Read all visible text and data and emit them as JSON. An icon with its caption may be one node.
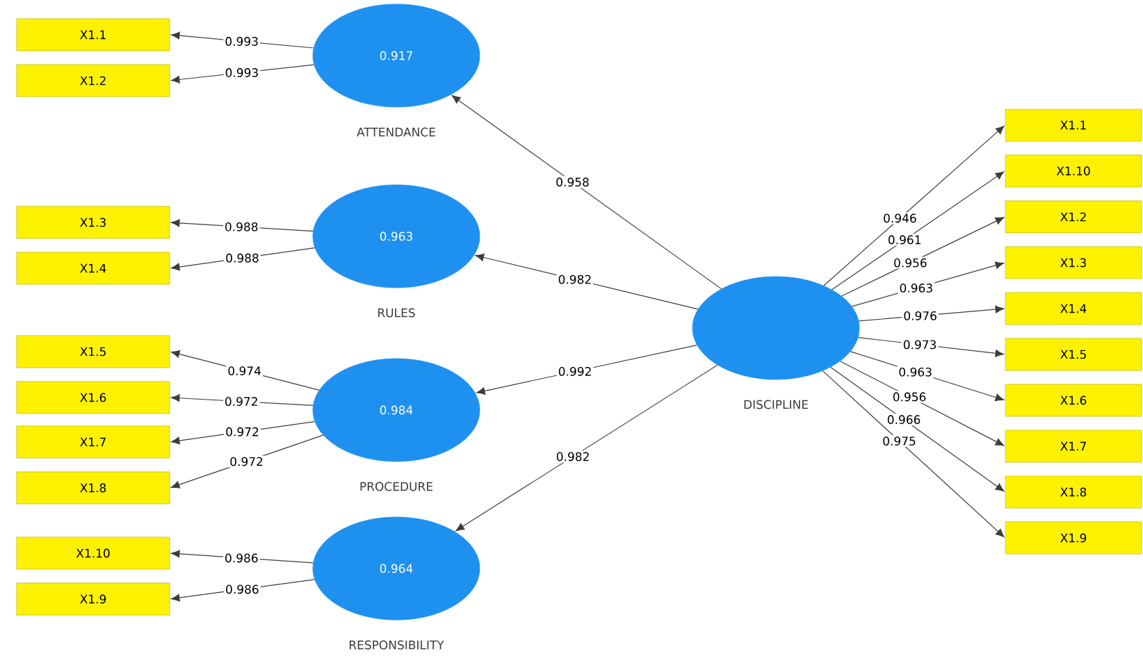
{
  "diagram": {
    "nodes": [
      {
        "text": [
          "X1.1"
        ]
      },
      {
        "text": [
          "X1.2"
        ]
      },
      {
        "text": [
          "0.917"
        ],
        "beside": [
          "ATTENDANCE"
        ]
      },
      {
        "text": [
          "X1.3"
        ]
      },
      {
        "text": [
          "X1.4"
        ]
      },
      {
        "text": [
          "0.963"
        ],
        "beside": [
          "RULES"
        ]
      },
      {
        "text": [
          "X1.5"
        ]
      },
      {
        "text": [
          "X1.6"
        ]
      },
      {
        "text": [
          "X1.7"
        ]
      },
      {
        "text": [
          "X1.8"
        ]
      },
      {
        "text": [
          "0.984"
        ],
        "beside": [
          "PROCEDURE"
        ]
      },
      {
        "text": [
          "X1.10"
        ]
      },
      {
        "text": [
          "X1.9"
        ]
      },
      {
        "text": [
          "0.964"
        ],
        "beside": [
          "RESPONSIBILITY"
        ]
      },
      {
        "text": [],
        "shape": "circle",
        "beside": [
          "DISCIPLINE"
        ]
      },
      {
        "text": [
          "X1.1"
        ]
      },
      {
        "text": [
          "X1.10"
        ]
      },
      {
        "text": [
          "X1.2"
        ]
      },
      {
        "text": [
          "X1.3"
        ]
      },
      {
        "text": [
          "X1.4"
        ]
      },
      {
        "text": [
          "X1.5"
        ]
      },
      {
        "text": [
          "X1.6"
        ]
      },
      {
        "text": [
          "X1.7"
        ]
      },
      {
        "text": [
          "X1.8"
        ]
      },
      {
        "text": [
          "X1.9"
        ]
      }
    ],
    "edges": [
      {
        "from": 2,
        "to": 0,
        "arrow": "to",
        "label": "0.993"
      },
      {
        "from": 2,
        "to": 1,
        "arrow": "to",
        "label": "0.993"
      },
      {
        "from": 5,
        "to": 3,
        "arrow": "to",
        "label": "0.988"
      },
      {
        "from": 5,
        "to": 4,
        "arrow": "to",
        "label": "0.988"
      },
      {
        "from": 10,
        "to": 6,
        "arrow": "to",
        "label": "0.974"
      },
      {
        "from": 10,
        "to": 7,
        "arrow": "to",
        "label": "0.972"
      },
      {
        "from": 10,
        "to": 8,
        "arrow": "to",
        "label": "0.972"
      },
      {
        "from": 10,
        "to": 9,
        "arrow": "to",
        "label": "0.972"
      },
      {
        "from": 13,
        "to": 11,
        "arrow": "to",
        "label": "0.986"
      },
      {
        "from": 13,
        "to": 12,
        "arrow": "to",
        "label": "0.986"
      },
      {
        "from": 14,
        "to": 2,
        "arrow": "to",
        "label": "0.958"
      },
      {
        "from": 14,
        "to": 5,
        "arrow": "to",
        "label": "0.982"
      },
      {
        "from": 14,
        "to": 10,
        "arrow": "to",
        "label": "0.992"
      },
      {
        "from": 14,
        "to": 13,
        "arrow": "to",
        "label": "0.982"
      },
      {
        "from": 14,
        "to": 15,
        "arrow": "to",
        "label": "0.946"
      },
      {
        "from": 14,
        "to": 16,
        "arrow": "to",
        "label": "0.961"
      },
      {
        "from": 14,
        "to": 17,
        "arrow": "to",
        "label": "0.956"
      },
      {
        "from": 14,
        "to": 18,
        "arrow": "to",
        "label": "0.963"
      },
      {
        "from": 14,
        "to": 19,
        "arrow": "to",
        "label": "0.976"
      },
      {
        "from": 14,
        "to": 20,
        "arrow": "to",
        "label": "0.973"
      },
      {
        "from": 14,
        "to": 21,
        "arrow": "to",
        "label": "0.963"
      },
      {
        "from": 14,
        "to": 22,
        "arrow": "to",
        "label": "0.956"
      },
      {
        "from": 14,
        "to": 23,
        "arrow": "to",
        "label": "0.966"
      },
      {
        "from": 14,
        "to": 24,
        "arrow": "to",
        "label": "0.975"
      }
    ]
  }
}
